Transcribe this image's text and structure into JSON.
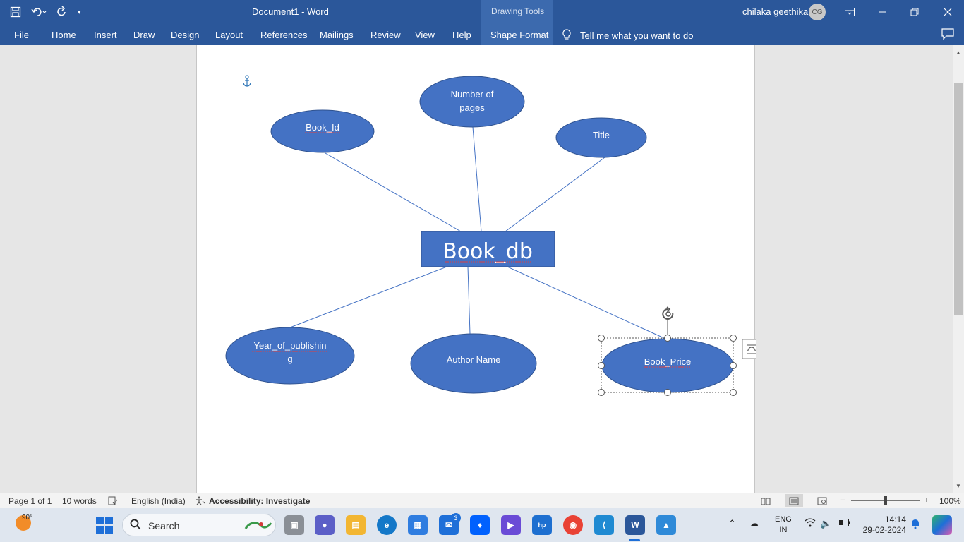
{
  "titlebar": {
    "document_title": "Document1  -  Word",
    "contextual_group": "Drawing Tools",
    "user_name": "chilaka geethika",
    "user_initials": "CG",
    "qat_icons": [
      "save-icon",
      "undo-icon",
      "redo-icon",
      "customize-qat-icon"
    ],
    "window_controls": [
      "ribbon-display-options-icon",
      "minimize-icon",
      "restore-icon",
      "close-icon"
    ]
  },
  "ribbon": {
    "tabs": [
      "File",
      "Home",
      "Insert",
      "Draw",
      "Design",
      "Layout",
      "References",
      "Mailings",
      "Review",
      "View",
      "Help"
    ],
    "contextual_tab": "Shape Format",
    "tell_me": "Tell me what you want to do"
  },
  "diagram": {
    "entity": "Book_db",
    "attributes": {
      "book_id": "Book_Id",
      "pages_line1": "Number of",
      "pages_line2": "pages",
      "title": "Title",
      "year_line1": "Year_of_publishin",
      "year_line2": "g",
      "author": "Author Name",
      "price": "Book_Price"
    },
    "selected_shape": "Book_Price",
    "shape_fill": "#4472c4",
    "shape_stroke": "#2f528f",
    "line_color": "#4472c4"
  },
  "statusbar": {
    "page": "Page 1 of 1",
    "words": "10 words",
    "language": "English (India)",
    "accessibility": "Accessibility: Investigate",
    "zoom": "100%"
  },
  "taskbar": {
    "weather_temp": "90°",
    "search_placeholder": "Search",
    "mail_badge": "3",
    "language": "ENG",
    "region": "IN",
    "time": "14:14",
    "date": "29-02-2024"
  }
}
